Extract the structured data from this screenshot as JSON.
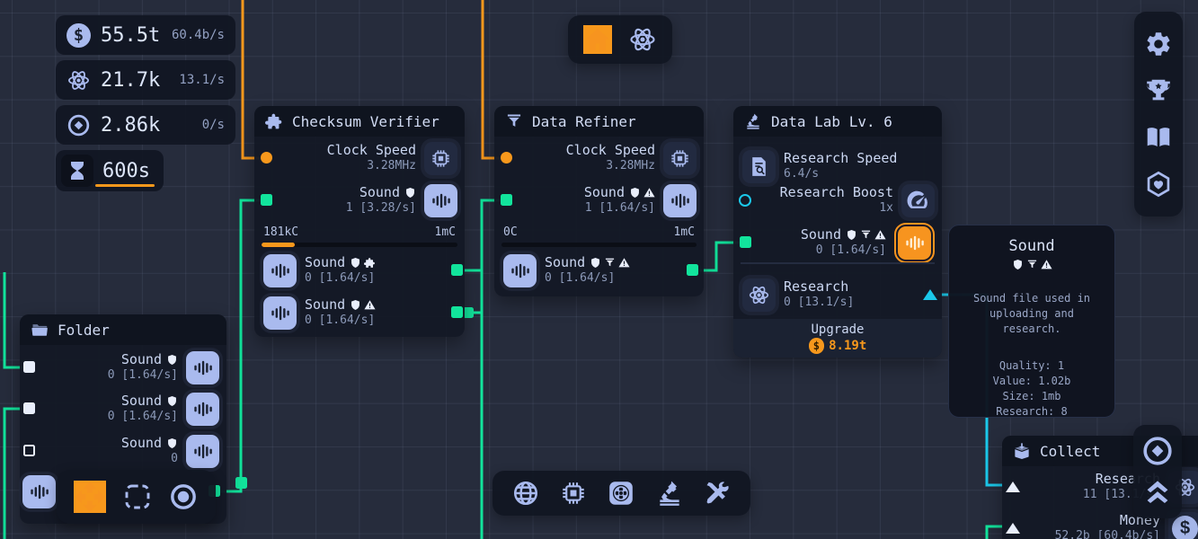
{
  "colors": {
    "accent_orange": "#f7981c",
    "wire_green": "#12e49c",
    "wire_cyan": "#1bc8ea",
    "icon_blue": "#a9baee"
  },
  "resources": [
    {
      "name": "money",
      "icon": "dollar-coin",
      "value": "55.5t",
      "rate": "60.4b/s"
    },
    {
      "name": "research",
      "icon": "atom",
      "value": "21.7k",
      "rate": "13.1/s"
    },
    {
      "name": "tokens",
      "icon": "circle-diamond",
      "value": "2.86k",
      "rate": "0/s"
    }
  ],
  "timer": {
    "icon": "hourglass",
    "value": "600s"
  },
  "top_nav": {
    "items": [
      {
        "name": "home",
        "icon": "home"
      },
      {
        "name": "research-view",
        "icon": "atom"
      }
    ]
  },
  "right_sidebar": {
    "items": [
      {
        "name": "settings",
        "icon": "gear"
      },
      {
        "name": "achievements",
        "icon": "trophy"
      },
      {
        "name": "wiki",
        "icon": "book"
      },
      {
        "name": "supporter",
        "icon": "hex-heart"
      }
    ]
  },
  "nodes": {
    "checksum_verifier": {
      "title": "Checksum Verifier",
      "icon": "puzzle",
      "clock": {
        "label": "Clock Speed",
        "value": "3.28MHz",
        "icon": "chip"
      },
      "input": {
        "label": "Sound",
        "badges": [
          "shield"
        ],
        "value": "1 [3.28/s]",
        "icon": "audio"
      },
      "progress": {
        "left": "181kC",
        "right": "1mC",
        "percent": 17
      },
      "outputs": [
        {
          "label": "Sound",
          "badges": [
            "shield",
            "puzzle"
          ],
          "value": "0 [1.64/s]",
          "icon": "audio"
        },
        {
          "label": "Sound",
          "badges": [
            "shield",
            "warning"
          ],
          "value": "0 [1.64/s]",
          "icon": "audio"
        }
      ]
    },
    "data_refiner": {
      "title": "Data Refiner",
      "icon": "funnel",
      "clock": {
        "label": "Clock Speed",
        "value": "3.28MHz",
        "icon": "chip"
      },
      "input": {
        "label": "Sound",
        "badges": [
          "shield",
          "warning"
        ],
        "value": "1 [1.64/s]",
        "icon": "audio"
      },
      "progress": {
        "left": "0C",
        "right": "1mC",
        "percent": 0
      },
      "outputs": [
        {
          "label": "Sound",
          "badges": [
            "shield",
            "funnel",
            "warning"
          ],
          "value": "0 [1.64/s]",
          "icon": "audio"
        }
      ]
    },
    "data_lab": {
      "title": "Data Lab Lv. 6",
      "icon": "microscope",
      "research_speed": {
        "label": "Research Speed",
        "value": "6.4/s",
        "icon": "doc-search"
      },
      "research_boost": {
        "label": "Research Boost",
        "value": "1x",
        "icon": "gauge"
      },
      "sound_input": {
        "label": "Sound",
        "badges": [
          "shield",
          "funnel",
          "warning"
        ],
        "value": "0 [1.64/s]",
        "icon": "audio",
        "selected": true
      },
      "output": {
        "label": "Research",
        "value": "0 [13.1/s]",
        "icon": "atom"
      },
      "upgrade": {
        "label": "Upgrade",
        "cost": "8.19t",
        "icon": "dollar-coin"
      }
    },
    "folder": {
      "title": "Folder",
      "icon": "folder",
      "rows": [
        {
          "label": "Sound",
          "badges": [
            "shield"
          ],
          "value": "0 [1.64/s]",
          "icon": "audio"
        },
        {
          "label": "Sound",
          "badges": [
            "shield"
          ],
          "value": "0 [1.64/s]",
          "icon": "audio"
        },
        {
          "label": "Sound",
          "badges": [
            "shield"
          ],
          "value": "0",
          "icon": "audio"
        }
      ],
      "extra_icon": "audio"
    },
    "collect": {
      "title": "Collect",
      "icon": "box-collect",
      "rows": [
        {
          "label": "Research",
          "value": "11 [13.1/s]",
          "icon": "atom"
        },
        {
          "label": "Money",
          "value": "52.2b [60.4b/s]",
          "icon": "dollar-coin"
        }
      ]
    }
  },
  "tooltip": {
    "title": "Sound",
    "badges": [
      "shield",
      "funnel",
      "warning"
    ],
    "description": [
      "Sound file used in",
      "uploading and research."
    ],
    "stats": [
      "Quality: 1",
      "Value: 1.02b",
      "Size: 1mb",
      "Research: 8"
    ]
  },
  "edit_toolbar": {
    "items": [
      {
        "name": "move",
        "icon": "move"
      },
      {
        "name": "box-select",
        "icon": "marquee"
      },
      {
        "name": "circle-select",
        "icon": "circle-select"
      }
    ]
  },
  "bottom_toolbar": {
    "items": [
      {
        "name": "network",
        "icon": "globe"
      },
      {
        "name": "hardware",
        "icon": "chip"
      },
      {
        "name": "cooling",
        "icon": "fan"
      },
      {
        "name": "lab",
        "icon": "microscope"
      },
      {
        "name": "tools",
        "icon": "tools"
      }
    ]
  },
  "mini_panel": {
    "items": [
      {
        "name": "tokens",
        "icon": "circle-diamond"
      },
      {
        "name": "boost",
        "icon": "double-chevron"
      }
    ]
  }
}
